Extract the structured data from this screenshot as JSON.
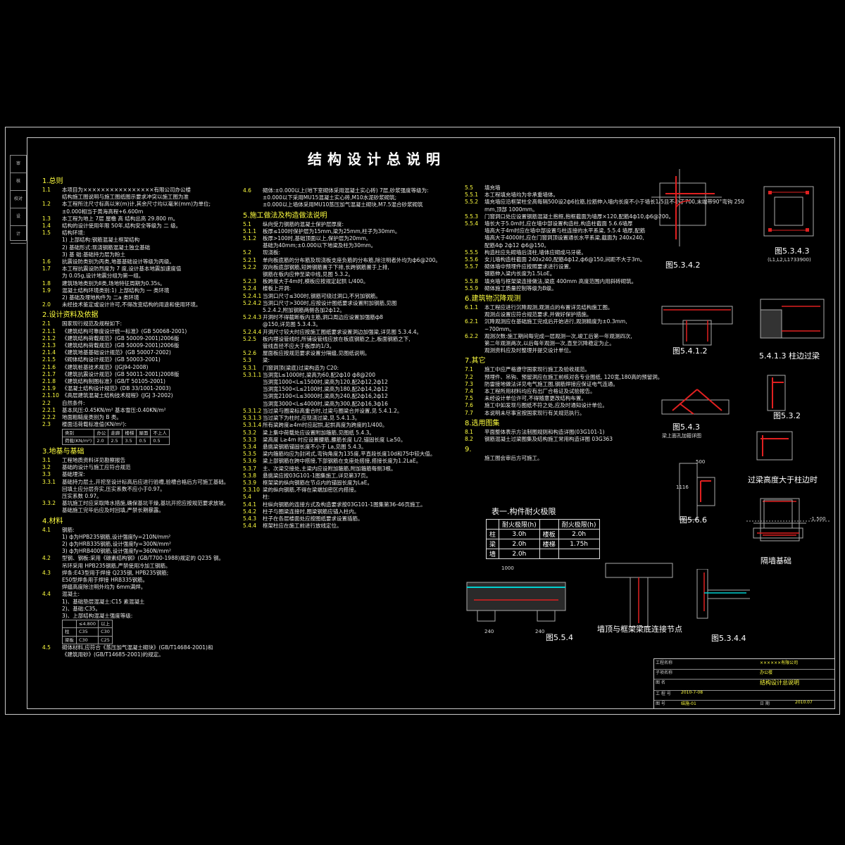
{
  "drawing": {
    "title": "结构设计总说明",
    "binding_labels": [
      "审",
      "核",
      "校对",
      "设",
      "计"
    ]
  },
  "col1": {
    "sections": [
      {
        "heading": "1.总则",
        "lines": [
          {
            "num": "1.1",
            "text": "本项目为××××××××××××××××有限公司办公楼"
          },
          {
            "num": "",
            "text": "结构施工图说明与施工图纸图示要求冲突以施工图为准"
          },
          {
            "num": "1.2",
            "text": "本工程所注尺寸标高以米(m)计,其余尺寸均以毫米(mm)为单位;"
          },
          {
            "num": "",
            "text": "±0.000相当于黄海高程+6.600m"
          },
          {
            "num": "1.3",
            "text": "本工程为地上   7层 屋檐 高      结构总高 29.800 m。"
          },
          {
            "num": "1.4",
            "text": "结构的设计使用年限  50年,结构安全等级为  二 级。"
          },
          {
            "num": "1.5",
            "text": "结构环境:"
          },
          {
            "num": "",
            "text": "1) 上部结构:钢筋混凝土框架结构"
          },
          {
            "num": "",
            "text": "2) 基础形式:现浇钢筋混凝土独立基础"
          },
          {
            "num": "",
            "text": "3) 基    础:基础持力层为粉土"
          },
          {
            "num": "1.6",
            "text": "抗震设防类别为丙类,地基基础设计等级为丙级。"
          },
          {
            "num": "1.7",
            "text": "本工程抗震设防烈度为  7  度,设计基本地震加速度值"
          },
          {
            "num": "",
            "text": "为 0.05g,设计地震分组为第一组。"
          },
          {
            "num": "1.8",
            "text": "建筑场地类别为Ⅱ类,场地特征周期为0.35s。"
          },
          {
            "num": "1.9",
            "text": "混凝土结构环境类别:1) 上部结构为  一  类环境"
          },
          {
            "num": "",
            "text": "2) 基础及埋地构件为 二a 类环境"
          },
          {
            "num": "2.0",
            "text": "未经技术鉴定或设计许可,不得改变结构的用途和使用环境。"
          }
        ]
      },
      {
        "heading": "2.设计资料及依据",
        "lines": [
          {
            "num": "2.1",
            "text": "国家现行规范及规程如下:"
          },
          {
            "num": "2.1.1",
            "text": "《建筑结构可靠度设计统一标准》(GB 50068-2001)"
          },
          {
            "num": "2.1.2",
            "text": "《建筑结构荷载规范》(GB 50009-2001)2006版"
          },
          {
            "num": "2.1.3",
            "text": "《建筑结构荷载规范》(GB 50009-2001)2006版"
          },
          {
            "num": "2.1.4",
            "text": "《建筑地基基础设计规范》(GB 50007-2002)"
          },
          {
            "num": "2.1.5",
            "text": "《砌体结构设计规范》(GB 50003-2001)"
          },
          {
            "num": "2.1.6",
            "text": "《建筑桩基技术规范》(JGJ94-2008)"
          },
          {
            "num": "2.1.7",
            "text": "《建筑抗震设计规范》(GB 50011-2001)2008版"
          },
          {
            "num": "2.1.8",
            "text": "《建筑结构制图标准》(GB/T 50105-2001)"
          },
          {
            "num": "2.1.9",
            "text": "《混凝土结构设计规范》(DB 33/1001-2003)"
          },
          {
            "num": "2.1.10",
            "text": "《高层建筑混凝土结构技术规程》(JGJ 3-2002)"
          },
          {
            "num": "2.2",
            "text": "自然条件:"
          },
          {
            "num": "2.2.1",
            "text": "基本风压:0.45KN/m² 基本雪压:0.40KN/m²"
          },
          {
            "num": "2.2.2",
            "text": "地面粗糙度类别为  B 类。"
          },
          {
            "num": "2.3",
            "text": "楼面活荷载标准值(KN/m²):"
          }
        ]
      },
      {
        "heading": "3.地基与基础",
        "lines": [
          {
            "num": "3.1",
            "text": "工程地质资料详见勘察报告"
          },
          {
            "num": "3.2",
            "text": "基础的设计与施工应符合规范"
          },
          {
            "num": "3.3",
            "text": "基础埋深:"
          },
          {
            "num": "3.3.1",
            "text": "基础持力层土,开挖至设计标高后应进行验槽,验槽合格后方可施工基础。"
          },
          {
            "num": "",
            "text": "回填土应分层夯实,压实系数不应小于0.97。"
          },
          {
            "num": "",
            "text": "压实系数  0.97。"
          },
          {
            "num": "3.3.2",
            "text": "基坑施工时应采取降水措施,确保基坑干燥,基坑开挖应按规范要求放坡。"
          },
          {
            "num": "",
            "text": "基础施工完毕后应及时回填,严禁长期暴露。"
          }
        ]
      },
      {
        "heading": "4.材料",
        "lines": [
          {
            "num": "4.1",
            "text": "钢筋:"
          },
          {
            "num": "",
            "text": "1) ф为HPB235钢筋,设计强度fy=210N/mm²"
          },
          {
            "num": "",
            "text": "2) ф为HRB335钢筋,设计强度fy=300N/mm²"
          },
          {
            "num": "",
            "text": "3) ф为HRB400钢筋,设计强度fy=360N/mm²"
          },
          {
            "num": "4.2",
            "text": "型钢、钢板:采用《碳素结构钢》(GB/T700-1988)规定的 Q235 钢。"
          },
          {
            "num": "",
            "text": "吊环采用 HPB235钢筋,严禁使用冷加工钢筋。"
          },
          {
            "num": "4.3",
            "text": "焊条:E43型用于焊接 Q235钢,   HPB235钢筋;"
          },
          {
            "num": "",
            "text": "E50型焊条用于焊接 HRB335钢筋。"
          },
          {
            "num": "",
            "text": "焊缝高度除注明外均为 6mm满焊。"
          },
          {
            "num": "4.4",
            "text": "混凝土:"
          },
          {
            "num": "",
            "text": "1)、基础垫层混凝土:C15 素混凝土"
          },
          {
            "num": "",
            "text": "2)、基础:C35。"
          },
          {
            "num": "",
            "text": "3)、上部结构混凝土强度等级:"
          },
          {
            "num": "4.5",
            "text": "砌体材料,应符合《蒸压加气混凝土砌块》(GB/T14684-2001)和"
          },
          {
            "num": "",
            "text": "《建筑用砂》(GB/T14685-2001)的规定。"
          }
        ]
      }
    ],
    "load_table": {
      "rows": [
        [
          "类别",
          "办公",
          "走廊",
          "楼梯",
          "屋面",
          "不上人"
        ],
        [
          "荷载(KN/m²)",
          "2.0",
          "2.5",
          "3.5",
          "0.5",
          "0.5"
        ]
      ]
    },
    "concrete_table": {
      "rows": [
        [
          "",
          "≤4.800",
          "以上"
        ],
        [
          "柱",
          "C35",
          "C30"
        ],
        [
          "梁板",
          "C30",
          "C25"
        ]
      ]
    }
  },
  "col2": {
    "top_lines": [
      {
        "num": "4.6",
        "text": "砌体:±0.000以上(地下室砌体采用混凝土实心砖) 7层,砂浆强度等级为:"
      },
      {
        "num": "",
        "text": "±0.000以下采用MU15混凝土实心砖,M10水泥砂浆砌筑;"
      },
      {
        "num": "",
        "text": "±0.000以上墙体采用MU10蒸压加气混凝土砌块,M7.5混合砂浆砌筑"
      }
    ],
    "sections": [
      {
        "heading": "5.施工做法及构造做法说明",
        "lines": [
          {
            "num": "5.1",
            "text": "纵向受力钢筋的混凝土保护层厚度:"
          },
          {
            "num": "5.1.1",
            "text": "板厚≤100时保护层为15mm,梁为25mm,柱子为30mm。"
          },
          {
            "num": "5.1.2",
            "text": "板厚>100时,基础顶面以上,保护层为20mm,"
          },
          {
            "num": "",
            "text": "基础为40mm;±0.000以下地梁及柱为30mm。"
          },
          {
            "num": "5.2",
            "text": "现浇板:"
          },
          {
            "num": "5.2.1",
            "text": "单向板底筋的分布筋及现浇板支座负筋的分布筋,除注明者外均为ф6@200。"
          },
          {
            "num": "5.2.2",
            "text": "双向板底部钢筋,短跨钢筋置于下排,长跨钢筋置于上排,"
          },
          {
            "num": "",
            "text": "钢筋在板内应伸至梁中线,见图 5.3.2。"
          },
          {
            "num": "5.2.3",
            "text": "板跨度大于4m时,模板应按规定起拱 L/400。"
          },
          {
            "num": "5.2.4",
            "text": "楼板上开洞:"
          },
          {
            "num": "5.2.4.1",
            "text": "当洞口尺寸≤300时,钢筋可绕过洞口,不另加钢筋。"
          },
          {
            "num": "5.2.4.2",
            "text": "当洞口尺寸>300时,应按设计图纸要求设置附加钢筋,见图"
          },
          {
            "num": "",
            "text": "5.2.4.2,附加钢筋两侧各加2ф12。"
          },
          {
            "num": "5.2.4.3",
            "text": "开洞时不得截断板内主筋,洞口周边应设置加强筋ф8"
          },
          {
            "num": "",
            "text": "@150,详见图 5.3.4.3。"
          },
          {
            "num": "5.2.4.4",
            "text": "开洞尺寸较大时应按施工图纸要求设置洞边加强梁,详见图 5.3.4.4。"
          },
          {
            "num": "5.2.5",
            "text": "板内埋设管线时,所铺设管线应放在板底钢筋之上,板面钢筋之下,"
          },
          {
            "num": "",
            "text": "管线直径不应大于板厚的1/3。"
          },
          {
            "num": "5.2.6",
            "text": "屋面板应按规范要求设置分隔缝,见图纸说明。"
          },
          {
            "num": "5.3",
            "text": "梁:"
          },
          {
            "num": "5.3.1",
            "text": "门窗洞顶(梁底)过梁构造为 C20:"
          },
          {
            "num": "5.3.1.1",
            "text": "当洞宽L≤1000时,梁高为60,配2ф10 ф8@200"
          },
          {
            "num": "",
            "text": "当洞宽1000<L≤1500时,梁高为120,配2ф12,2ф12"
          },
          {
            "num": "",
            "text": "当洞宽1500<L≤2100时,梁高为180,配2ф14,2ф12"
          },
          {
            "num": "",
            "text": "当洞宽2100<L≤3000时,梁高为240,配2ф16,2ф12"
          },
          {
            "num": "",
            "text": "当洞宽3000<L≤4000时,梁高为300,配2ф16,3ф16"
          },
          {
            "num": "5.3.1.2",
            "text": "当过梁与圈梁标高重合时,过梁与圈梁合并设置,见 5.4.1.2。"
          },
          {
            "num": "5.3.1.3",
            "text": "当过梁下为柱时,应现浇过梁,见 5.4.1.3。"
          },
          {
            "num": "5.3.1.4",
            "text": "所有梁跨度≥4m时应起拱,起拱高度为跨度的1/400。"
          },
          {
            "num": "5.3.2",
            "text": "梁上集中荷载处应设置附加箍筋,见图纸 5.4.3。"
          },
          {
            "num": "5.3.3",
            "text": "梁高度 L≥4m 时应设置腰筋,腰筋长度 L/2,锚固长度 L≥50。"
          },
          {
            "num": "5.3.4",
            "text": "悬挑梁钢筋锚固长度不小于 Lа,见图 5.4.3。"
          },
          {
            "num": "5.3.5",
            "text": "梁内箍筋均应为封闭式,弯钩角度为135度,平直段长度10d和75中较大值。"
          },
          {
            "num": "5.3.6",
            "text": "梁上部钢筋在跨中搭接,下部钢筋在支座处搭接,搭接长度为1.2LaE。"
          },
          {
            "num": "5.3.7",
            "text": "主、次梁交接处,主梁内应设附加箍筋,附加箍筋每侧3根。"
          },
          {
            "num": "5.3.8",
            "text": "悬挑梁应按03G101-1图集施工,详见第37页。"
          },
          {
            "num": "5.3.9",
            "text": "框架梁的纵向钢筋在节点内的锚固长度为LaE。"
          },
          {
            "num": "5.3.10",
            "text": "梁的纵向钢筋,不得在梁端加密区内搭接。"
          },
          {
            "num": "5.4",
            "text": "柱:"
          },
          {
            "num": "5.4.1",
            "text": "柱纵向钢筋的连接方式及构造要求按03G101-1图集第36-46页施工。"
          },
          {
            "num": "5.4.2",
            "text": "柱子与圈梁连接时,圈梁钢筋应锚入柱内。"
          },
          {
            "num": "5.4.3",
            "text": "柱子在各层楼面处应按图纸要求设置插筋。"
          },
          {
            "num": "5.4.4",
            "text": "框架柱应在施工前进行放线定位。"
          }
        ]
      }
    ]
  },
  "col3": {
    "lines_top": [
      {
        "num": "5.5",
        "text": "填充墙"
      },
      {
        "num": "5.5.1",
        "text": "本工程填充墙均为非承重墙体。"
      },
      {
        "num": "5.5.2",
        "text": "填充墙应沿框架柱全高每隔500设2ф6拉筋,拉筋伸入墙内长度不小于墙长1/5且不小于700,末端带90°弯钩 250"
      },
      {
        "num": "",
        "text": "mm,顶部 1000mm。"
      },
      {
        "num": "5.5.3",
        "text": "门窗洞口处应设置钢筋混凝土抱框,抱框截面为墙厚×120,配筋4ф10,ф6@200。"
      },
      {
        "num": "5.5.4",
        "text": "墙长大于5.0m时,应在墙中部设置构造柱,构造柱截面 5.6.6墙厚"
      },
      {
        "num": "",
        "text": "墙高大于4m时应在墙中部设置与柱连接的水平系梁,  5.5.4 墙厚,配筋"
      },
      {
        "num": "",
        "text": "墙高大于4000时,应在门窗洞顶设置通长水平系梁,截面为  240x240,"
      },
      {
        "num": "",
        "text": "配筋4ф  2ф12 ф6@150。"
      },
      {
        "num": "5.5.5",
        "text": "构造柱应先砌墙后浇柱,墙体应砌成马牙槎。"
      },
      {
        "num": "5.5.6",
        "text": "女儿墙构造柱截面 240x240,配筋4ф12,ф6@150,间距不大于3m。"
      },
      {
        "num": "5.5.7",
        "text": "砌体墙中预埋件应按照要求进行设置,"
      },
      {
        "num": "",
        "text": "钢筋伸入梁内长度为1.5LoE。"
      },
      {
        "num": "5.5.8",
        "text": "填充墙与框架梁连接做法,梁底 400mm 高度范围内用斜砖砌筑。"
      },
      {
        "num": "5.5.9",
        "text": "砌体施工质量控制等级为B级。"
      }
    ],
    "sections": [
      {
        "heading": "6.建筑物沉降观测",
        "lines": [
          {
            "num": "6.1.1",
            "text": "本工程应进行沉降观测,观测点的布置详见结构施工图。"
          },
          {
            "num": "",
            "text": "观测点设置应符合规范要求,并做好保护措施。"
          },
          {
            "num": "6.2.1",
            "text": "沉降观测应在基础施工完成后开始进行,观测精度为±0.3mm,"
          },
          {
            "num": "",
            "text": "~700mm。"
          },
          {
            "num": "6.2.2",
            "text": "观测次数:施工期间每完成一层观测一次,竣工后第一年观测四次,"
          },
          {
            "num": "",
            "text": "第二年观测两次,以后每年观测一次,直至沉降稳定为止。"
          },
          {
            "num": "",
            "text": "观测资料应及时整理并提交设计单位。"
          }
        ]
      },
      {
        "heading": "7.其它",
        "lines": [
          {
            "num": "7.1",
            "text": "施工中应严格遵守国家现行施工及验收规范。"
          },
          {
            "num": "7.2",
            "text": "预埋件、吊钩、预留洞应在施工前核对各专业图纸,  120宽,180高的预留洞。"
          },
          {
            "num": "7.3",
            "text": "防雷接地做法详见电气施工图,钢筋焊接应保证电气连通。"
          },
          {
            "num": "7.4",
            "text": "本工程所用材料均应有出厂合格证及试验报告。"
          },
          {
            "num": "7.5",
            "text": "未经设计单位许可,不得随意更改结构布置。"
          },
          {
            "num": "7.6",
            "text": "施工中如发现与图纸不符之处,应及时通知设计单位。"
          },
          {
            "num": "7.7",
            "text": "本说明未尽事宜按国家现行有关规范执行。"
          }
        ]
      },
      {
        "heading": "8.选用图集",
        "lines": [
          {
            "num": "8.1",
            "text": "平面整体表示方法制图规则和构造详图(03G101-1)"
          },
          {
            "num": "8.2",
            "text": "钢筋混凝土过梁图集及结构施工常用构造详图 03G363"
          }
        ]
      },
      {
        "heading": "9.",
        "lines": [
          {
            "num": "",
            "text": "施工图会审后方可施工。"
          }
        ]
      }
    ],
    "table1": {
      "caption": "表一.构件耐火极限",
      "rows": [
        [
          "",
          "耐火极限(h)",
          "",
          "耐火极限(h)"
        ],
        [
          "柱",
          "3.0h",
          "楼板",
          "2.0h"
        ],
        [
          "梁",
          "2.0h",
          "楼梯",
          "1.75h"
        ],
        [
          "墙",
          "2.0h",
          "",
          ""
        ]
      ]
    }
  },
  "details": {
    "d1": "图5.3.4.2",
    "d2": "图5.3.4.3",
    "d2_sub": "(L1,L2,L1733900)",
    "d3": "图5.4.1.2",
    "d4": "5.4.1.3 柱边过梁",
    "d5": "图5.4.3",
    "d5_sub": "梁上面孔加箍详图",
    "d6": "图5.3.2",
    "d7": "图5.6.6",
    "d8": "过梁高度大于柱边时",
    "d9": "隔墙基础",
    "d10": "图5.5.4",
    "d11": "墙顶与框架梁底连接节点",
    "d12": "图5.3.4.4",
    "dim_1000": "1000",
    "dim_240a": "240",
    "dim_240b": "240",
    "dim_1116": "1116",
    "dim_500": "500",
    "dim_n1500": "-1.500"
  },
  "title_block": {
    "rows": [
      {
        "label": "工程名称",
        "value": "××××××有限公司"
      },
      {
        "label": "子项名称",
        "value": "办公楼"
      },
      {
        "label": "图    名",
        "value": "结构设计总说明"
      },
      {
        "label": "工 程 号",
        "value": "2010-7-08"
      },
      {
        "label": "图    号",
        "value": "结施-01"
      },
      {
        "label": "日    期",
        "value": "2010.07"
      }
    ]
  }
}
